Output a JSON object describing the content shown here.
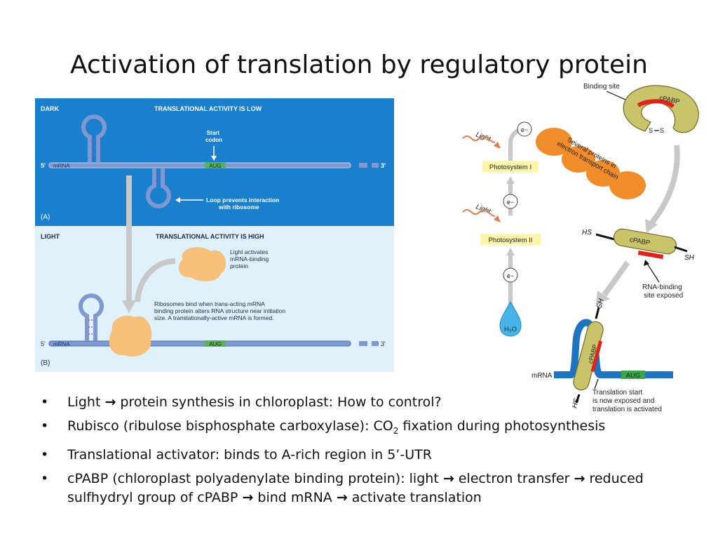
{
  "title": "Activation of translation by regulatory protein",
  "left_figure": {
    "panel_a": {
      "condition": "DARK",
      "activity": "TRANSLATIONAL ACTIVITY IS LOW",
      "start_codon": "Start",
      "start_codon_2": "codon",
      "five_prime": "5'",
      "mrna": "mRNA",
      "aug": "AUG",
      "three_prime": "3'",
      "loop_note_1": "Loop prevents interaction",
      "loop_note_2": "with ribosome",
      "label": "(A)"
    },
    "panel_b": {
      "condition": "LIGHT",
      "activity": "TRANSLATIONAL ACTIVITY IS HIGH",
      "light_note_1": "Light activates",
      "light_note_2": "mRNA-binding",
      "light_note_3": "protein",
      "ribosome_note_1": "Ribosomes bind when trans-acting mRNA",
      "ribosome_note_2": "binding protein alters RNA structure near initiation",
      "ribosome_note_3": "size. A translationally-active mRNA is formed.",
      "five_prime": "5'",
      "mrna": "mRNA",
      "aug": "AUG",
      "three_prime": "3'",
      "label": "(B)"
    },
    "colors": {
      "dark_bg": "#1a7fcc",
      "light_bg": "#dff1fb",
      "rna": "#7f98cf",
      "aug": "#56b35a",
      "protein": "#f6bf7a"
    }
  },
  "right_figure": {
    "binding_site": "Binding site",
    "cpabp": "cPABP",
    "s": "S",
    "light": "Light",
    "electron": "e−",
    "photosystem_1": "Photosystem I",
    "photosystem_2": "Photosystem II",
    "transport_1": "Several proteins in",
    "transport_2": "electron transport chain",
    "hs": "HS",
    "sh": "SH",
    "rna_site_1": "RNA-binding",
    "rna_site_2": "site exposed",
    "water": "H₂O",
    "mrna": "mRNA",
    "aug": "AUG",
    "start_note_1": "Translation start",
    "start_note_2": "is now exposed and",
    "start_note_3": "translation is activated",
    "colors": {
      "protein_fill": "#c9c46a",
      "red_site": "#e2231a",
      "orange": "#f08c2a",
      "photosystem": "#fdf5a8",
      "mrna_blue": "#1d75c1",
      "aug": "#3aa54a",
      "arrow_grey": "#c8c8c8"
    }
  },
  "bullets": [
    {
      "text_a": "Light ",
      "arrow_1": "→",
      "text_b": " protein synthesis in chloroplast: How to control?"
    },
    {
      "text_a": "Rubisco (ribulose bisphosphate carboxylase): CO",
      "sub": "2",
      "text_b": " fixation during photosynthesis"
    },
    {
      "text_a": "Translational activator: binds to A-rich region in 5’-UTR"
    },
    {
      "text_a": "cPABP (chloroplast polyadenylate binding protein): light ",
      "arrow_1": "→",
      "text_b": " electron transfer ",
      "arrow_2": "→",
      "text_c": " reduced sulfhydryl group of cPABP ",
      "arrow_3": "→",
      "text_d": " bind mRNA ",
      "arrow_4": "→",
      "text_e": " activate translation"
    }
  ],
  "bullet_symbol": "•"
}
